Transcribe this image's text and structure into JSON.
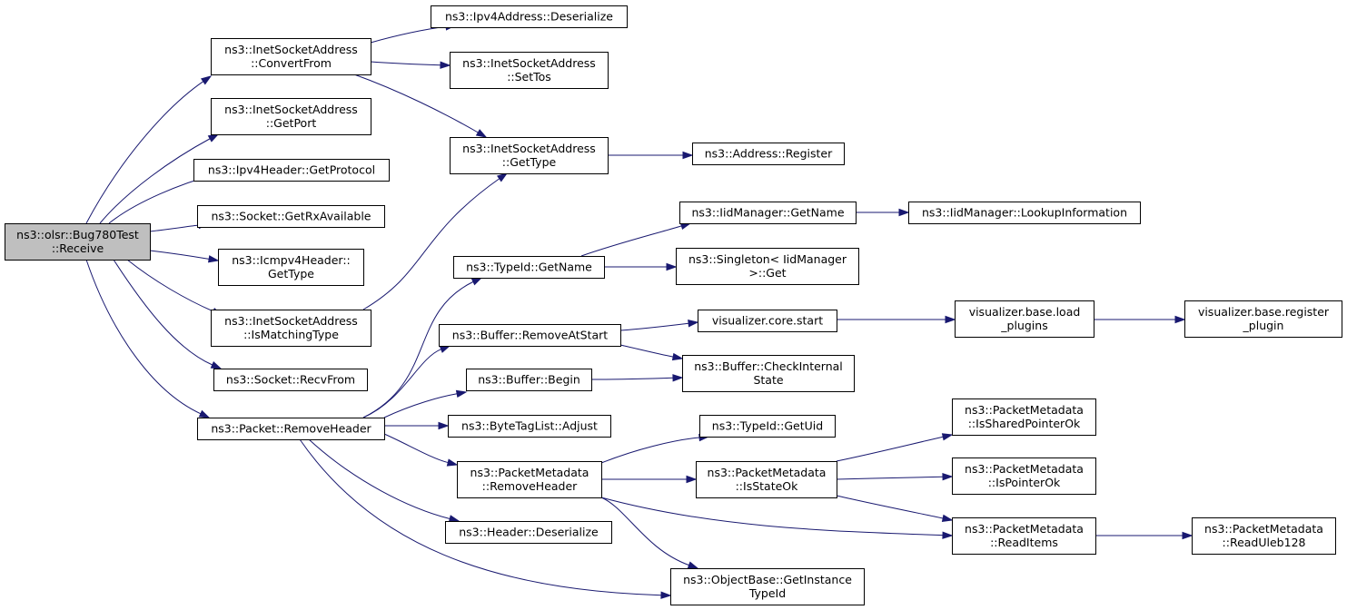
{
  "graph": {
    "nodes": [
      {
        "id": "receive",
        "lines": [
          "ns3::olsr::Bug780Test",
          "::Receive"
        ],
        "root": true
      },
      {
        "id": "convertfrom",
        "lines": [
          "ns3::InetSocketAddress",
          "::ConvertFrom"
        ]
      },
      {
        "id": "getport",
        "lines": [
          "ns3::InetSocketAddress",
          "::GetPort"
        ]
      },
      {
        "id": "getprotocol",
        "lines": [
          "ns3::Ipv4Header::GetProtocol"
        ]
      },
      {
        "id": "getrxavailable",
        "lines": [
          "ns3::Socket::GetRxAvailable"
        ]
      },
      {
        "id": "icmpgettype",
        "lines": [
          "ns3::Icmpv4Header::",
          "GetType"
        ]
      },
      {
        "id": "ismatchingtype",
        "lines": [
          "ns3::InetSocketAddress",
          "::IsMatchingType"
        ]
      },
      {
        "id": "recvfrom",
        "lines": [
          "ns3::Socket::RecvFrom"
        ]
      },
      {
        "id": "removeheader",
        "lines": [
          "ns3::Packet::RemoveHeader"
        ]
      },
      {
        "id": "ipv4deserialize",
        "lines": [
          "ns3::Ipv4Address::Deserialize"
        ]
      },
      {
        "id": "settos",
        "lines": [
          "ns3::InetSocketAddress",
          "::SetTos"
        ]
      },
      {
        "id": "inetgettype",
        "lines": [
          "ns3::InetSocketAddress",
          "::GetType"
        ]
      },
      {
        "id": "register",
        "lines": [
          "ns3::Address::Register"
        ]
      },
      {
        "id": "typeidgetname",
        "lines": [
          "ns3::TypeId::GetName"
        ]
      },
      {
        "id": "iidgetname",
        "lines": [
          "ns3::IidManager::GetName"
        ]
      },
      {
        "id": "lookupinfo",
        "lines": [
          "ns3::IidManager::LookupInformation"
        ]
      },
      {
        "id": "singletonget",
        "lines": [
          "ns3::Singleton< IidManager",
          ">::Get"
        ]
      },
      {
        "id": "removeatstart",
        "lines": [
          "ns3::Buffer::RemoveAtStart"
        ]
      },
      {
        "id": "vizstart",
        "lines": [
          "visualizer.core.start"
        ]
      },
      {
        "id": "loadplugins",
        "lines": [
          "visualizer.base.load",
          "_plugins"
        ]
      },
      {
        "id": "registerplugin",
        "lines": [
          "visualizer.base.register",
          "_plugin"
        ]
      },
      {
        "id": "checkinternal",
        "lines": [
          "ns3::Buffer::CheckInternal",
          "State"
        ]
      },
      {
        "id": "bufferbegin",
        "lines": [
          "ns3::Buffer::Begin"
        ]
      },
      {
        "id": "bytetagadjust",
        "lines": [
          "ns3::ByteTagList::Adjust"
        ]
      },
      {
        "id": "getuid",
        "lines": [
          "ns3::TypeId::GetUid"
        ]
      },
      {
        "id": "pmremoveheader",
        "lines": [
          "ns3::PacketMetadata",
          "::RemoveHeader"
        ]
      },
      {
        "id": "isstateok",
        "lines": [
          "ns3::PacketMetadata",
          "::IsStateOk"
        ]
      },
      {
        "id": "issharedpointerok",
        "lines": [
          "ns3::PacketMetadata",
          "::IsSharedPointerOk"
        ]
      },
      {
        "id": "ispointerok",
        "lines": [
          "ns3::PacketMetadata",
          "::IsPointerOk"
        ]
      },
      {
        "id": "readitems",
        "lines": [
          "ns3::PacketMetadata",
          "::ReadItems"
        ]
      },
      {
        "id": "readuleb128",
        "lines": [
          "ns3::PacketMetadata",
          "::ReadUleb128"
        ]
      },
      {
        "id": "headerdeserialize",
        "lines": [
          "ns3::Header::Deserialize"
        ]
      },
      {
        "id": "getinstancetypeid",
        "lines": [
          "ns3::ObjectBase::GetInstance",
          "TypeId"
        ]
      }
    ],
    "edges": [
      [
        "receive",
        "convertfrom"
      ],
      [
        "receive",
        "getport"
      ],
      [
        "receive",
        "getprotocol"
      ],
      [
        "receive",
        "getrxavailable"
      ],
      [
        "receive",
        "icmpgettype"
      ],
      [
        "receive",
        "ismatchingtype"
      ],
      [
        "receive",
        "recvfrom"
      ],
      [
        "receive",
        "removeheader"
      ],
      [
        "convertfrom",
        "ipv4deserialize"
      ],
      [
        "convertfrom",
        "settos"
      ],
      [
        "convertfrom",
        "inetgettype"
      ],
      [
        "ismatchingtype",
        "inetgettype"
      ],
      [
        "inetgettype",
        "register"
      ],
      [
        "typeidgetname",
        "iidgetname"
      ],
      [
        "typeidgetname",
        "singletonget"
      ],
      [
        "iidgetname",
        "lookupinfo"
      ],
      [
        "removeatstart",
        "vizstart"
      ],
      [
        "removeatstart",
        "checkinternal"
      ],
      [
        "vizstart",
        "loadplugins"
      ],
      [
        "loadplugins",
        "registerplugin"
      ],
      [
        "bufferbegin",
        "checkinternal"
      ],
      [
        "removeheader",
        "typeidgetname"
      ],
      [
        "removeheader",
        "removeatstart"
      ],
      [
        "removeheader",
        "bufferbegin"
      ],
      [
        "removeheader",
        "bytetagadjust"
      ],
      [
        "removeheader",
        "pmremoveheader"
      ],
      [
        "removeheader",
        "headerdeserialize"
      ],
      [
        "removeheader",
        "getinstancetypeid"
      ],
      [
        "pmremoveheader",
        "getuid"
      ],
      [
        "pmremoveheader",
        "isstateok"
      ],
      [
        "pmremoveheader",
        "readitems"
      ],
      [
        "pmremoveheader",
        "getinstancetypeid"
      ],
      [
        "isstateok",
        "issharedpointerok"
      ],
      [
        "isstateok",
        "ispointerok"
      ],
      [
        "isstateok",
        "readitems"
      ],
      [
        "readitems",
        "readuleb128"
      ]
    ]
  }
}
